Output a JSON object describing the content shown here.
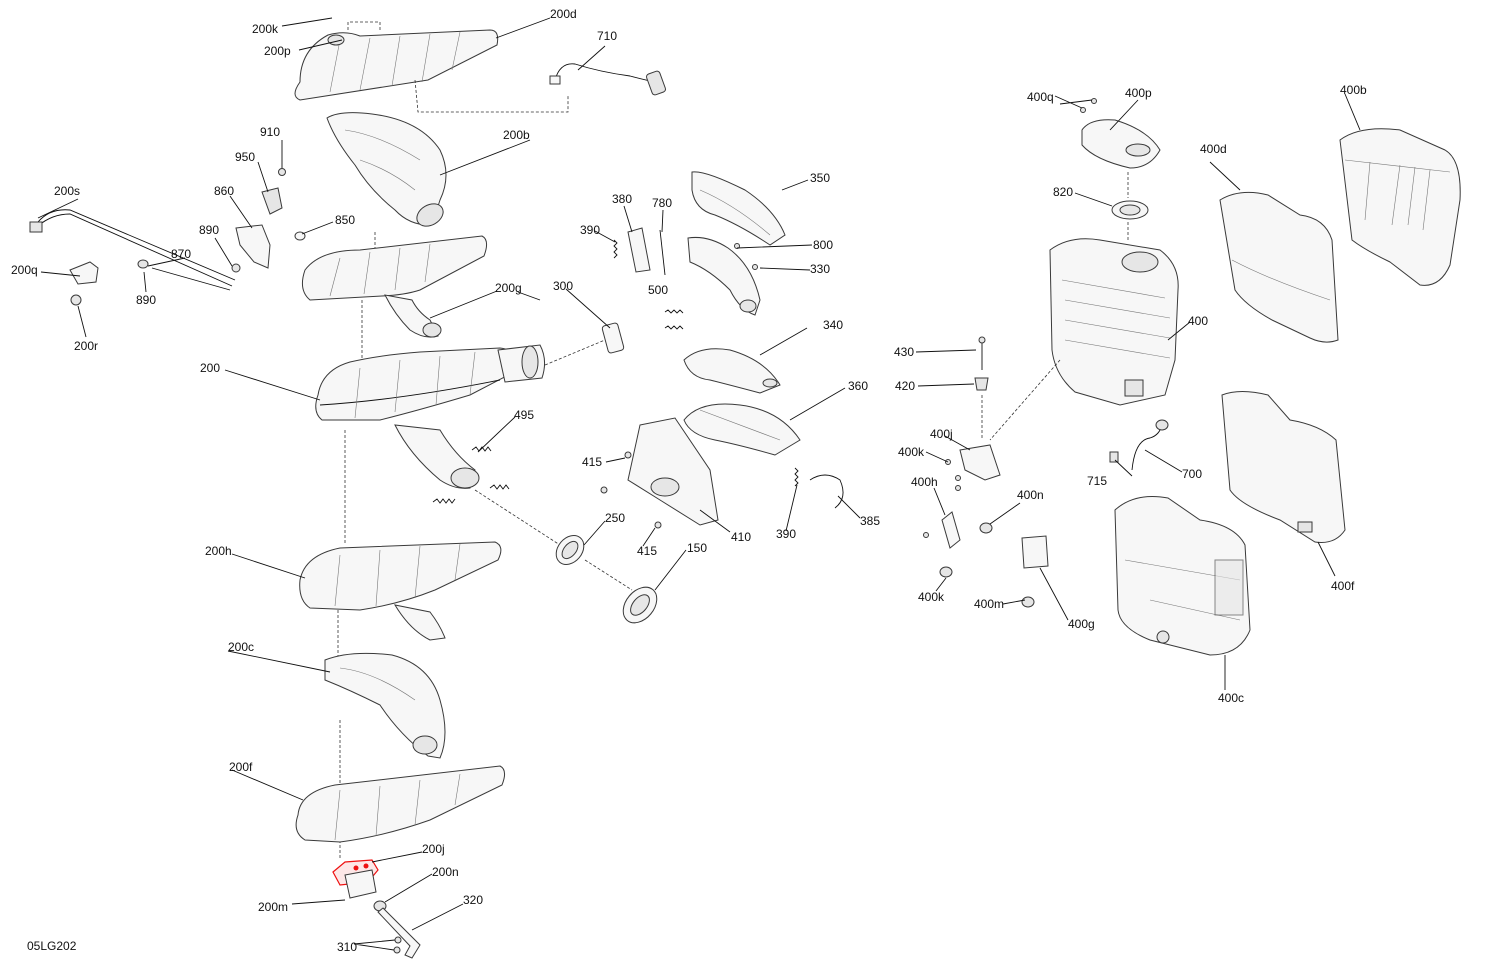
{
  "diagram_code": "05LG202",
  "labels": {
    "l200k": "200k",
    "l200p": "200p",
    "l200d": "200d",
    "l710": "710",
    "l200b": "200b",
    "l910": "910",
    "l950": "950",
    "l860": "860",
    "l850": "850",
    "l890a": "890",
    "l870": "870",
    "l890b": "890",
    "l200s": "200s",
    "l200q": "200q",
    "l200r": "200r",
    "l200g": "200g",
    "l200": "200",
    "l300": "300",
    "l380": "380",
    "l390a": "390",
    "l780": "780",
    "l350": "350",
    "l800": "800",
    "l330": "330",
    "l500": "500",
    "l340": "340",
    "l360": "360",
    "l495": "495",
    "l415a": "415",
    "l410": "410",
    "l415b": "415",
    "l250": "250",
    "l150": "150",
    "l390b": "390",
    "l385": "385",
    "l200h": "200h",
    "l200c": "200c",
    "l200f": "200f",
    "l200j": "200j",
    "l200n": "200n",
    "l200m": "200m",
    "l320": "320",
    "l310": "310",
    "l400q": "400q",
    "l400p": "400p",
    "l400b": "400b",
    "l400d": "400d",
    "l820": "820",
    "l400": "400",
    "l430": "430",
    "l420": "420",
    "l400j": "400j",
    "l400k": "400k",
    "l400h": "400h",
    "l400n": "400n",
    "l400k2": "400k",
    "l400m": "400m",
    "l400g": "400g",
    "l715": "715",
    "l700": "700",
    "l400f": "400f",
    "l400c": "400c"
  },
  "highlighted_part": "200j"
}
